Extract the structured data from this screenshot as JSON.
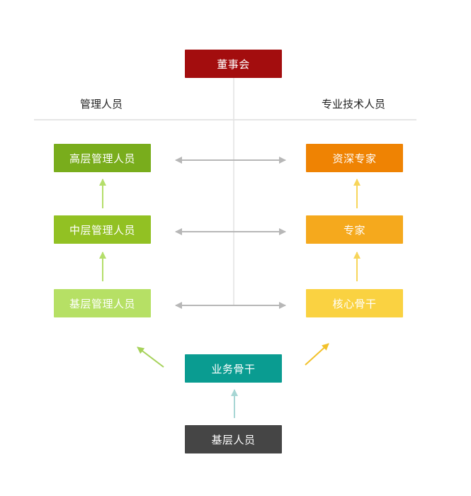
{
  "top": {
    "label": "董事会",
    "color": "#a30d0e"
  },
  "headers": {
    "management": "管理人员",
    "technical": "专业技术人员"
  },
  "management": [
    {
      "label": "高层管理人员",
      "color": "#79ad1c"
    },
    {
      "label": "中层管理人员",
      "color": "#92c123"
    },
    {
      "label": "基层管理人员",
      "color": "#b6e065"
    }
  ],
  "technical": [
    {
      "label": "资深专家",
      "color": "#ef8303"
    },
    {
      "label": "专家",
      "color": "#f5a91d"
    },
    {
      "label": "核心骨干",
      "color": "#fad241"
    }
  ],
  "backbone": {
    "label": "业务骨干",
    "color": "#0a9c91"
  },
  "base": {
    "label": "基层人员",
    "color": "#454545"
  },
  "colors": {
    "divider": "#cccccc",
    "center_line": "#e2e2e2",
    "h_arrow": "#b7b7b7",
    "mgmt_arrow": "#b4de6a",
    "tech_arrow": "#f7d55a",
    "diag_left_arrow": "#a6d25a",
    "diag_right_arrow": "#f2c12a",
    "base_arrow": "#a7d6d4"
  }
}
